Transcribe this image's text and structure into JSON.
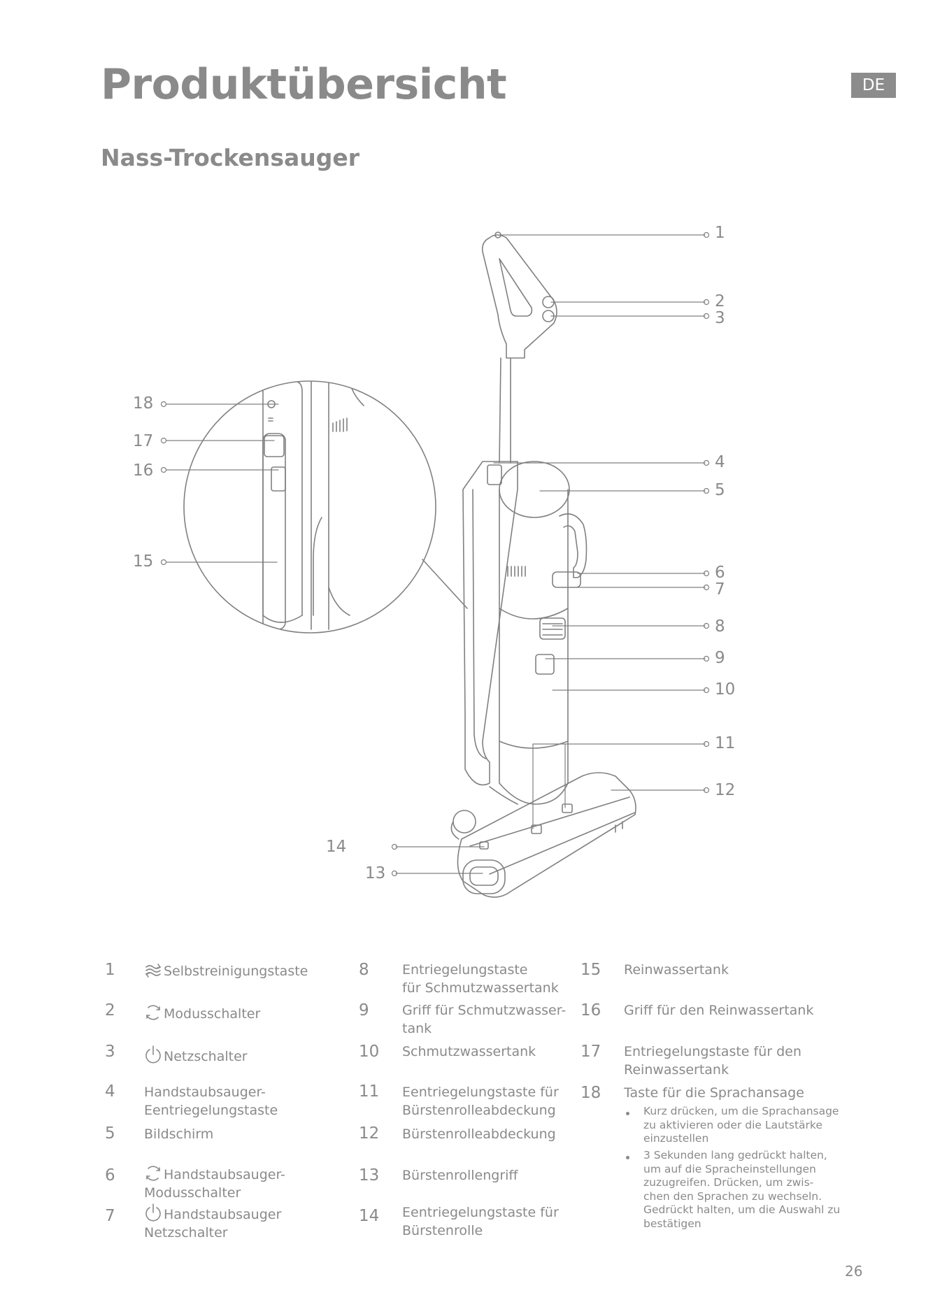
{
  "header": {
    "title": "Produktübersicht",
    "lang_badge": "DE",
    "subtitle": "Nass-Trockensauger"
  },
  "callouts": [
    "1",
    "2",
    "3",
    "4",
    "5",
    "6",
    "7",
    "8",
    "9",
    "10",
    "11",
    "12",
    "13",
    "14",
    "15",
    "16",
    "17",
    "18"
  ],
  "legend": [
    {
      "num": "1",
      "label": "Selbstreinigungstaste",
      "icon": "self-clean-icon"
    },
    {
      "num": "2",
      "label": "Modusschalter",
      "icon": "mode-icon"
    },
    {
      "num": "3",
      "label": "Netzschalter",
      "icon": "power-icon"
    },
    {
      "num": "4",
      "label": "Handstaubsauger-Eentriegelungstaste",
      "line1": "Handstaubsauger-",
      "line2": "Eentriegelungstaste"
    },
    {
      "num": "5",
      "label": "Bildschirm"
    },
    {
      "num": "6",
      "label": "Handstaubsauger-Modusschalter",
      "icon": "mode-icon",
      "line1": "Handstaubsauger-",
      "line2": "Modusschalter"
    },
    {
      "num": "7",
      "label": "Handstaubsauger Netzschalter",
      "icon": "power-icon",
      "line1": "Handstaubsauger",
      "line2": "Netzschalter"
    },
    {
      "num": "8",
      "label": "Entriegelungstaste für Schmutzwassertank",
      "line1": "Entriegelungstaste",
      "line2": "für Schmutzwassertank"
    },
    {
      "num": "9",
      "label": "Griff für Schmutzwassertank",
      "line1": "Griff für Schmutzwasser-",
      "line2": "tank"
    },
    {
      "num": "10",
      "label": "Schmutzwassertank"
    },
    {
      "num": "11",
      "label": "Eentriegelungstaste für Bürstenrolleabdeckung",
      "line1": "Eentriegelungstaste für",
      "line2": "Bürstenrolleabdeckung"
    },
    {
      "num": "12",
      "label": "Bürstenrolleabdeckung"
    },
    {
      "num": "13",
      "label": "Bürstenrollengriff"
    },
    {
      "num": "14",
      "label": "Eentriegelungstaste für Bürstenrolle",
      "line1": "Eentriegelungstaste für",
      "line2": "Bürstenrolle"
    },
    {
      "num": "15",
      "label": "Reinwassertank"
    },
    {
      "num": "16",
      "label": "Griff für den Reinwassertank"
    },
    {
      "num": "17",
      "label": "Entriegelungstaste für den Reinwassertank",
      "line1": "Entriegelungstaste für den",
      "line2": "Reinwassertank"
    },
    {
      "num": "18",
      "label": "Taste für die Sprachansage",
      "bullets": [
        [
          "Kurz drücken, um die Sprachansage",
          "zu aktivieren oder die Lautstärke",
          "einzustellen"
        ],
        [
          "3 Sekunden lang gedrückt halten,",
          "um auf die Spracheinstellungen",
          "zuzugreifen.  Drücken, um zwis-",
          "chen den Sprachen zu wechseln.",
          "Gedrückt halten, um die Auswahl zu",
          "bestätigen"
        ]
      ]
    }
  ],
  "page_number": "26"
}
